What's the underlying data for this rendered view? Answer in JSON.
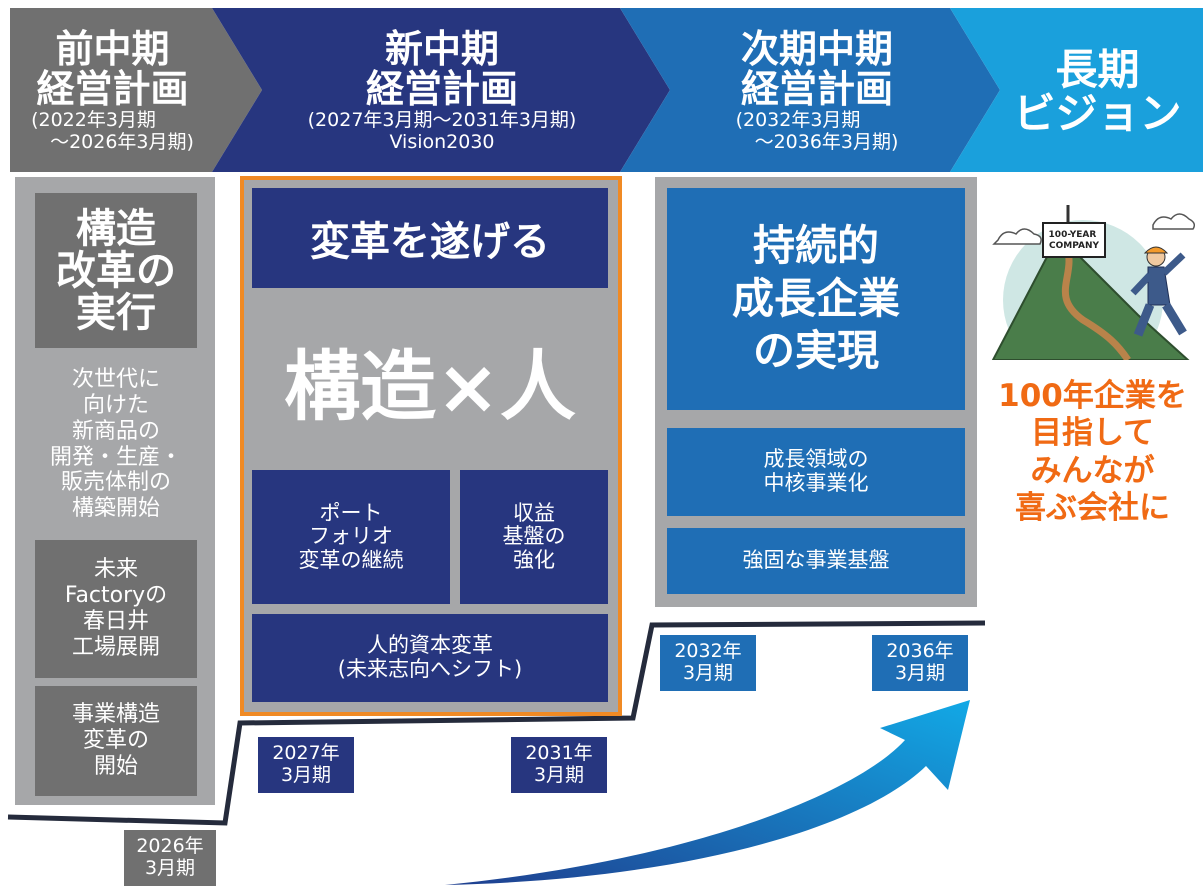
{
  "header": {
    "phase1": {
      "title": "前中期\n経営計画",
      "sub": "(2022年3月期\n　～2026年3月期)"
    },
    "phase2": {
      "title": "新中期\n経営計画",
      "sub": "(2027年3月期～2031年3月期)\nVision2030"
    },
    "phase3": {
      "title": "次期中期\n経営計画",
      "sub": "(2032年3月期\n　～2036年3月期)"
    },
    "phase4": {
      "title": "長期\nビジョン"
    }
  },
  "col1": {
    "heading": "構造\n改革の\n実行",
    "text": "次世代に\n向けた\n新商品の\n開発・生産・\n販売体制の\n構築開始",
    "box2": "未来\nFactoryの\n春日井\n工場展開",
    "box3": "事業構造\n変革の\n開始"
  },
  "col2": {
    "heading": "変革を遂げる",
    "theme": "構造×人",
    "box1": "ポート\nフォリオ\n変革の継続",
    "box2": "収益\n基盤の\n強化",
    "box3": "人的資本変革\n(未来志向へシフト)"
  },
  "col3": {
    "heading": "持続的\n成長企業\nの実現",
    "box1": "成長領域の\n中核事業化",
    "box2": "強固な事業基盤"
  },
  "col4": {
    "sign_text": "100-YEAR\nCOMPANY",
    "goal": "100年企業を\n目指して\nみんなが\n喜ぶ会社に"
  },
  "years": {
    "y2026": "2026年\n3月期",
    "y2027": "2027年\n3月期",
    "y2031": "2031年\n3月期",
    "y2032": "2032年\n3月期",
    "y2036": "2036年\n3月期"
  },
  "colors": {
    "gray_arrow": "#707070",
    "navy": "#27367f",
    "blue": "#1f6eb5",
    "light_blue": "#1aa0dc",
    "orange": "#f08a24",
    "light_gray": "#a6a7a9"
  }
}
